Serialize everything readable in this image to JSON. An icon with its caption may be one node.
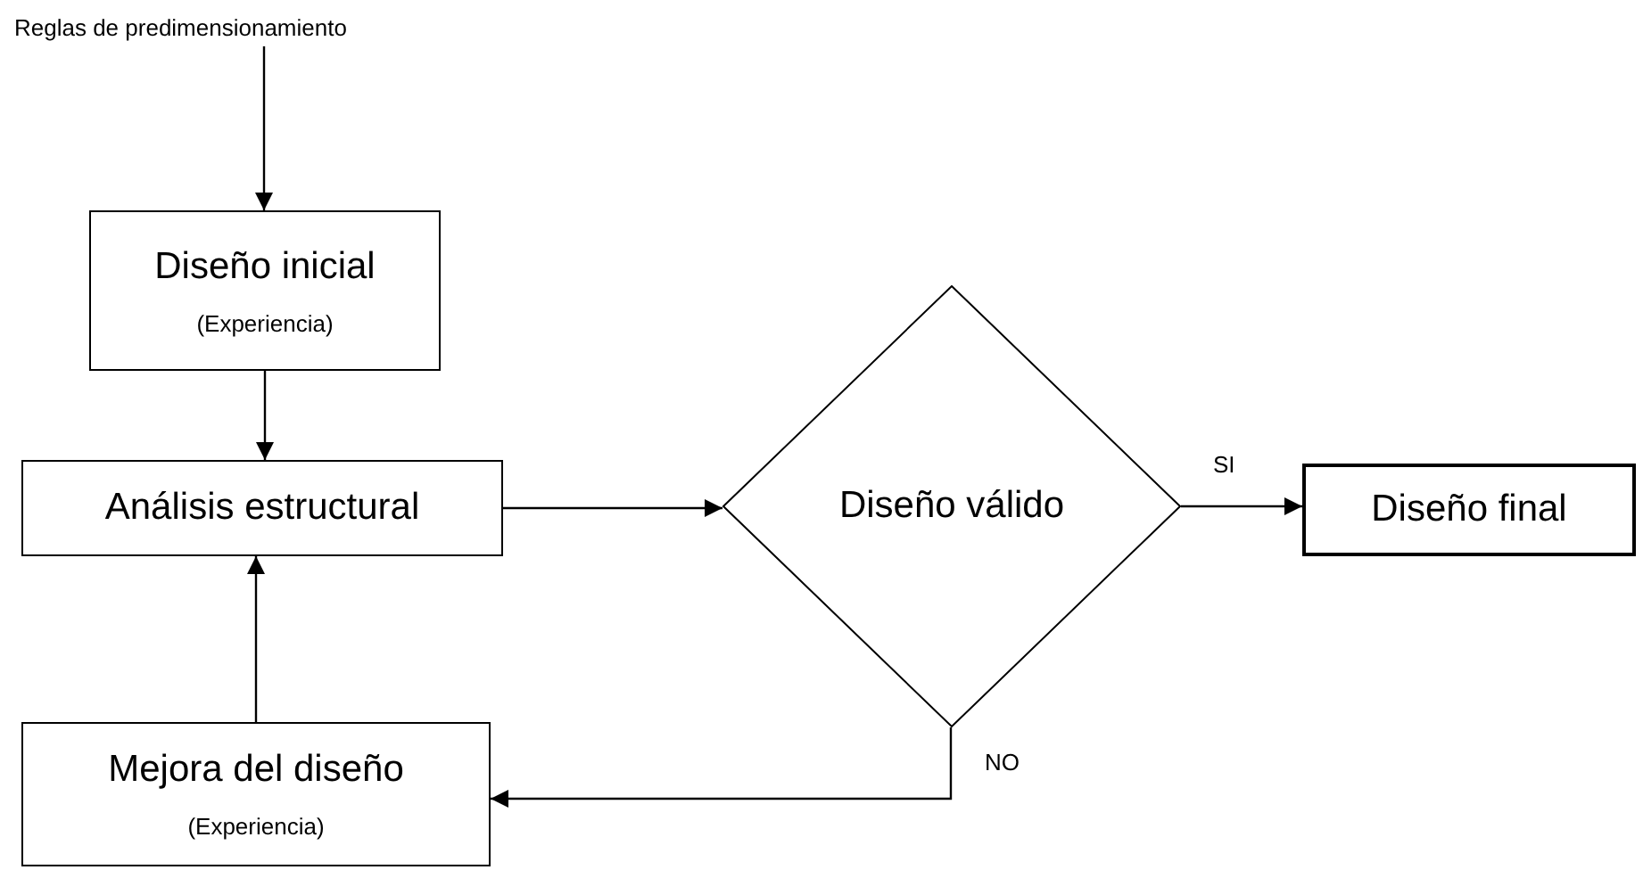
{
  "diagram": {
    "nodes": [
      {
        "text": [
          "Reglas de predimensionamiento"
        ]
      },
      {
        "text": [
          "Diseño inicial",
          "(Experiencia)"
        ]
      },
      {
        "text": [
          "Análisis estructural"
        ]
      },
      {
        "text": [
          "Diseño válido"
        ]
      },
      {
        "text": [
          "Diseño final"
        ]
      },
      {
        "text": [
          "Mejora del diseño",
          "(Experiencia)"
        ]
      }
    ],
    "edges": [
      {
        "from": 0,
        "to": 1,
        "arrow": "to"
      },
      {
        "from": 1,
        "to": 2,
        "arrow": "to"
      },
      {
        "from": 2,
        "to": 3,
        "arrow": "to"
      },
      {
        "from": 3,
        "to": 4,
        "arrow": "to",
        "label": "SI"
      },
      {
        "from": 3,
        "to": 5,
        "arrow": "to",
        "label": "NO"
      },
      {
        "from": 5,
        "to": 2,
        "arrow": "to"
      }
    ]
  }
}
